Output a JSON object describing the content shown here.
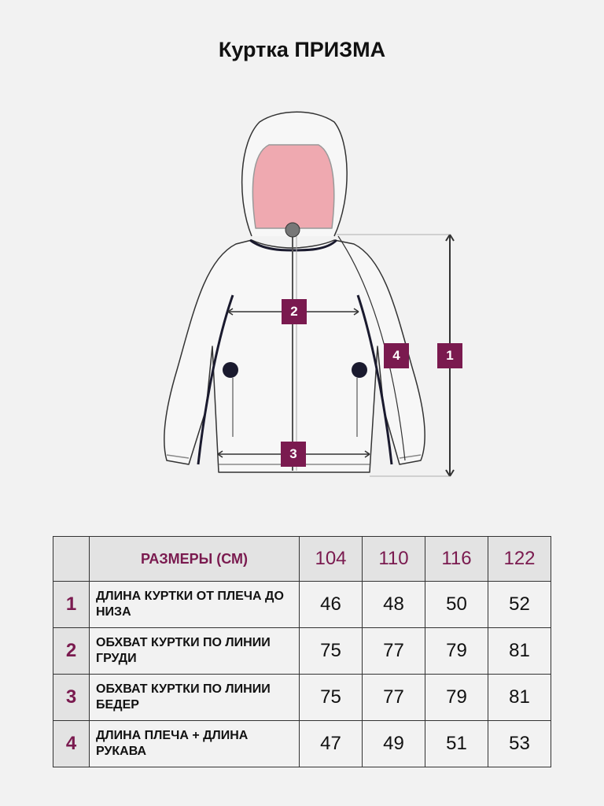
{
  "title": "Куртка ПРИЗМА",
  "markers": [
    "1",
    "2",
    "3",
    "4"
  ],
  "colors": {
    "accent": "#7a1a4f",
    "hood_lining": "#efa9b0",
    "background": "#f2f2f2"
  },
  "table": {
    "header_label": "РАЗМЕРЫ (СМ)",
    "sizes": [
      "104",
      "110",
      "116",
      "122"
    ],
    "rows": [
      {
        "num": "1",
        "desc": "ДЛИНА КУРТКИ ОТ ПЛЕЧА ДО НИЗА",
        "values": [
          "46",
          "48",
          "50",
          "52"
        ]
      },
      {
        "num": "2",
        "desc": "ОБХВАТ КУРТКИ ПО ЛИНИИ ГРУДИ",
        "values": [
          "75",
          "77",
          "79",
          "81"
        ]
      },
      {
        "num": "3",
        "desc": "ОБХВАТ КУРТКИ ПО ЛИНИИ БЕДЕР",
        "values": [
          "75",
          "77",
          "79",
          "81"
        ]
      },
      {
        "num": "4",
        "desc": "ДЛИНА ПЛЕЧА + ДЛИНА РУКАВА",
        "values": [
          "47",
          "49",
          "51",
          "53"
        ]
      }
    ]
  }
}
